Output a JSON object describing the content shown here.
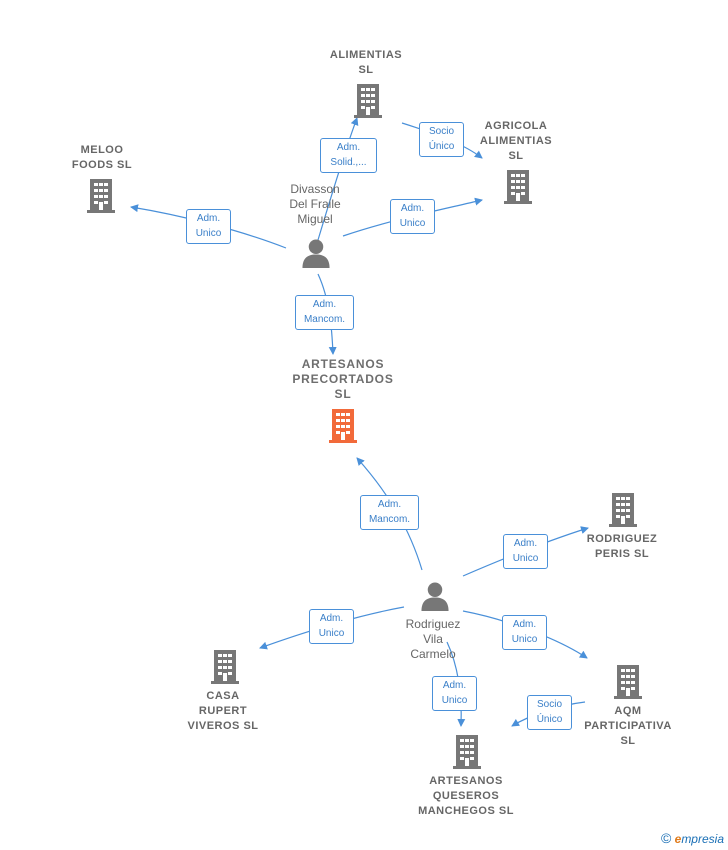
{
  "colors": {
    "edge": "#4a90d9",
    "company": "#777777",
    "focus_company": "#f26a3a",
    "person": "#777777"
  },
  "focus": {
    "label": "ARTESANOS\nPRECORTADOS\nSL",
    "icon": "building-icon"
  },
  "companies": [
    {
      "id": "alimentias",
      "label": "ALIMENTIAS\nSL",
      "icon": "building-icon"
    },
    {
      "id": "agricola",
      "label": "AGRICOLA\nALIMENTIAS\nSL",
      "icon": "building-icon"
    },
    {
      "id": "meloo",
      "label": "MELOO\nFOODS  SL",
      "icon": "building-icon"
    },
    {
      "id": "rodriguez_peris",
      "label": "RODRIGUEZ\nPERIS  SL",
      "icon": "building-icon"
    },
    {
      "id": "casa_rupert",
      "label": "CASA\nRUPERT\nVIVEROS  SL",
      "icon": "building-icon"
    },
    {
      "id": "aqm",
      "label": "AQM\nPARTICIPATIVA\nSL",
      "icon": "building-icon"
    },
    {
      "id": "artesanos_queseros",
      "label": "ARTESANOS\nQUESEROS\nMANCHEGOS SL",
      "icon": "building-icon"
    }
  ],
  "persons": [
    {
      "id": "divasson",
      "label": "Divasson\nDel Fraile\nMiguel",
      "icon": "person-icon"
    },
    {
      "id": "rodriguez_vila",
      "label": "Rodriguez\nVila\nCarmelo",
      "icon": "person-icon"
    }
  ],
  "edges": [
    {
      "id": "e1",
      "label": "Adm.\nSolid.,...",
      "from": "divasson",
      "to": "alimentias"
    },
    {
      "id": "e2",
      "label": "Socio\nÚnico",
      "from": "alimentias",
      "to": "agricola"
    },
    {
      "id": "e3",
      "label": "Adm.\nUnico",
      "from": "divasson",
      "to": "meloo"
    },
    {
      "id": "e4",
      "label": "Adm.\nUnico",
      "from": "divasson",
      "to": "agricola"
    },
    {
      "id": "e5",
      "label": "Adm.\nMancom.",
      "from": "divasson",
      "to": "focus"
    },
    {
      "id": "e6",
      "label": "Adm.\nMancom.",
      "from": "rodriguez_vila",
      "to": "focus"
    },
    {
      "id": "e7",
      "label": "Adm.\nUnico",
      "from": "rodriguez_vila",
      "to": "rodriguez_peris"
    },
    {
      "id": "e8",
      "label": "Adm.\nUnico",
      "from": "rodriguez_vila",
      "to": "casa_rupert"
    },
    {
      "id": "e9",
      "label": "Adm.\nUnico",
      "from": "rodriguez_vila",
      "to": "aqm"
    },
    {
      "id": "e10",
      "label": "Adm.\nUnico",
      "from": "rodriguez_vila",
      "to": "artesanos_queseros"
    },
    {
      "id": "e11",
      "label": "Socio\nÚnico",
      "from": "aqm",
      "to": "artesanos_queseros"
    }
  ],
  "copyright": {
    "symbol": "©",
    "brand_e": "e",
    "brand_rest": "mpresia"
  }
}
